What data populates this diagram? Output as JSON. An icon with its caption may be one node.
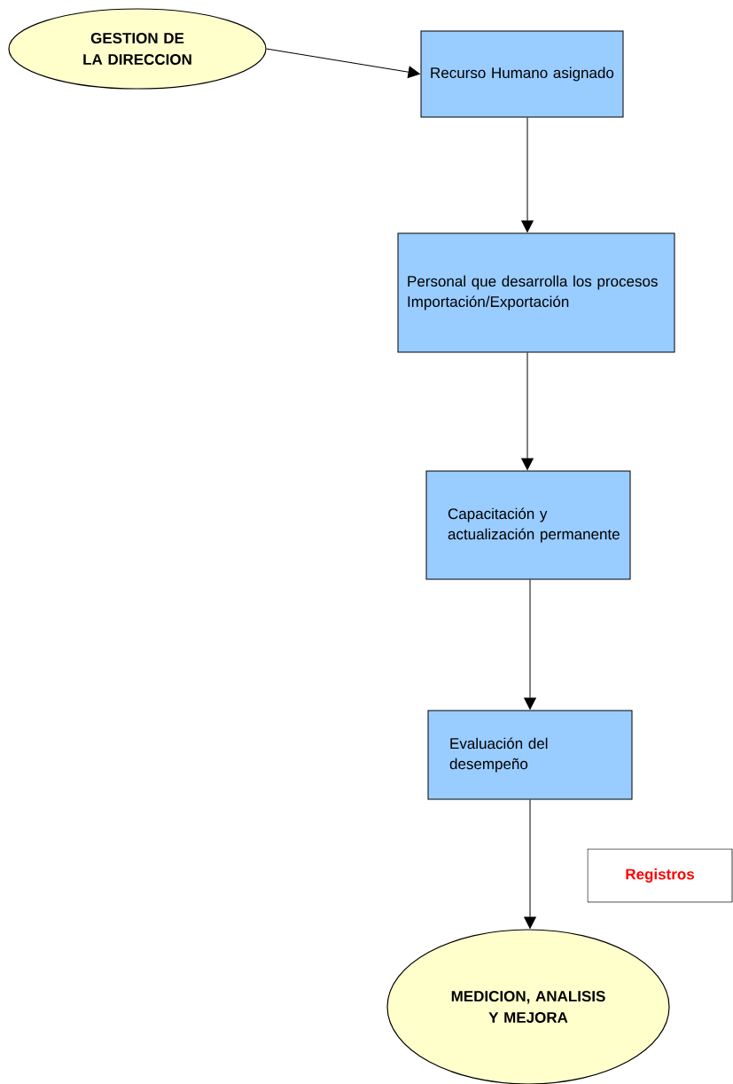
{
  "diagram": {
    "nodes": [
      {
        "text": [
          "GESTION DE LA DIRECCION"
        ]
      },
      {
        "text": [
          "Recurso Humano asignado"
        ]
      },
      {
        "text": [
          "Personal que desarrolla los procesos Importación/Exportación"
        ]
      },
      {
        "text": [
          "Capacitación y actualización permanente"
        ]
      },
      {
        "text": [
          "Evaluación del desempeño"
        ]
      },
      {
        "text": [
          "Registros"
        ]
      },
      {
        "text": [
          "MEDICION, ANALISIS Y MEJORA"
        ]
      }
    ],
    "edges": [
      {
        "from": 0,
        "to": 1,
        "arrow": "to"
      },
      {
        "from": 1,
        "to": 2,
        "arrow": "to"
      },
      {
        "from": 2,
        "to": 3,
        "arrow": "to"
      },
      {
        "from": 3,
        "to": 4,
        "arrow": "to"
      },
      {
        "from": 4,
        "to": 6,
        "arrow": "to"
      }
    ]
  }
}
